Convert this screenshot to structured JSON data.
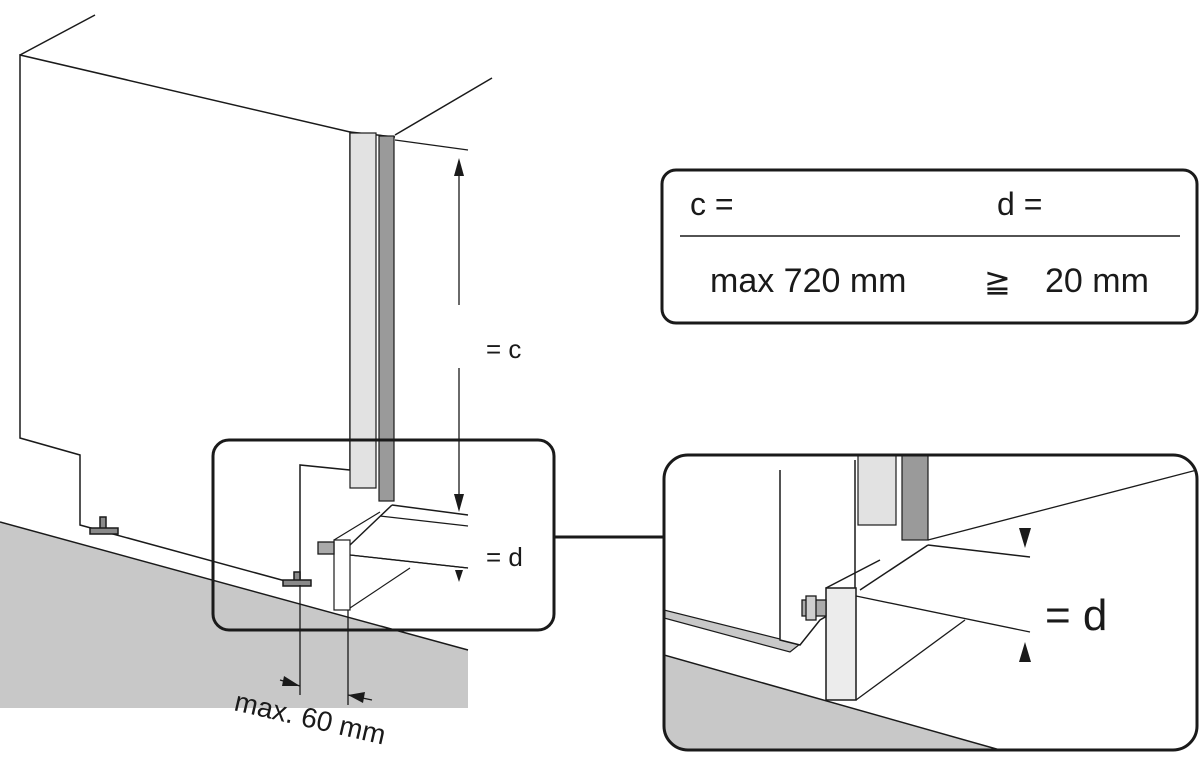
{
  "labels": {
    "c": "= c",
    "d": "= d",
    "d_detail": "= d",
    "gap": "max. 60 mm"
  },
  "table": {
    "head_c": "c =",
    "head_d": "d =",
    "val_c": "max 720 mm",
    "symbol": "≧",
    "val_d": "20 mm"
  },
  "colors": {
    "stroke": "#1a1a1a",
    "floor": "#c8c8c8",
    "trim_light": "#e2e2e2",
    "trim_dark": "#9a9a9a"
  }
}
